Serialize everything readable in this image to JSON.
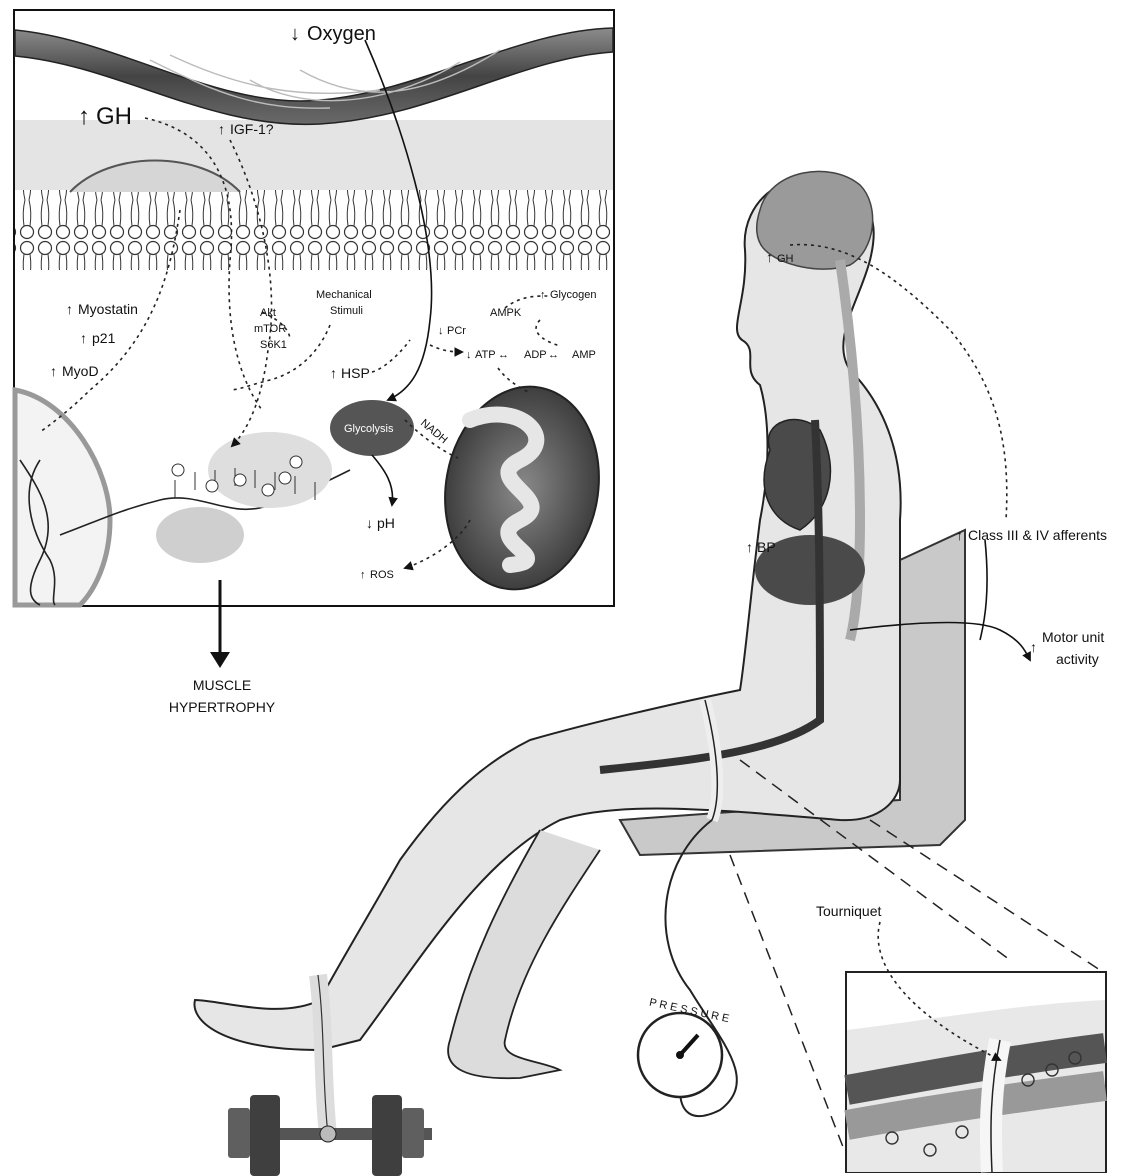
{
  "inset": {
    "oxygen": "Oxygen",
    "gh": "GH",
    "igf1": "IGF-1?",
    "myostatin": "Myostatin",
    "p21": "p21",
    "myod": "MyoD",
    "akt": "Akt",
    "mtor": "mTOR",
    "s6k1": "S6K1",
    "mechanical1": "Mechanical",
    "mechanical2": "Stimuli",
    "hsp": "HSP",
    "glycolysis": "Glycolysis",
    "nadh": "NADH",
    "ph": "pH",
    "ros": "ROS",
    "pcr": "PCr",
    "atp": "ATP",
    "adp": "ADP",
    "amp": "AMP",
    "ampk": "AMPK",
    "glycogen": "Glycogen"
  },
  "outcome": {
    "line1": "MUSCLE",
    "line2": "HYPERTROPHY"
  },
  "body": {
    "gh": "GH",
    "bp": "BP",
    "afferents": "Class III & IV afferents",
    "motor1": "Motor unit",
    "motor2": "activity",
    "tourniquet": "Tourniquet",
    "pressure": "PRESSURE"
  }
}
